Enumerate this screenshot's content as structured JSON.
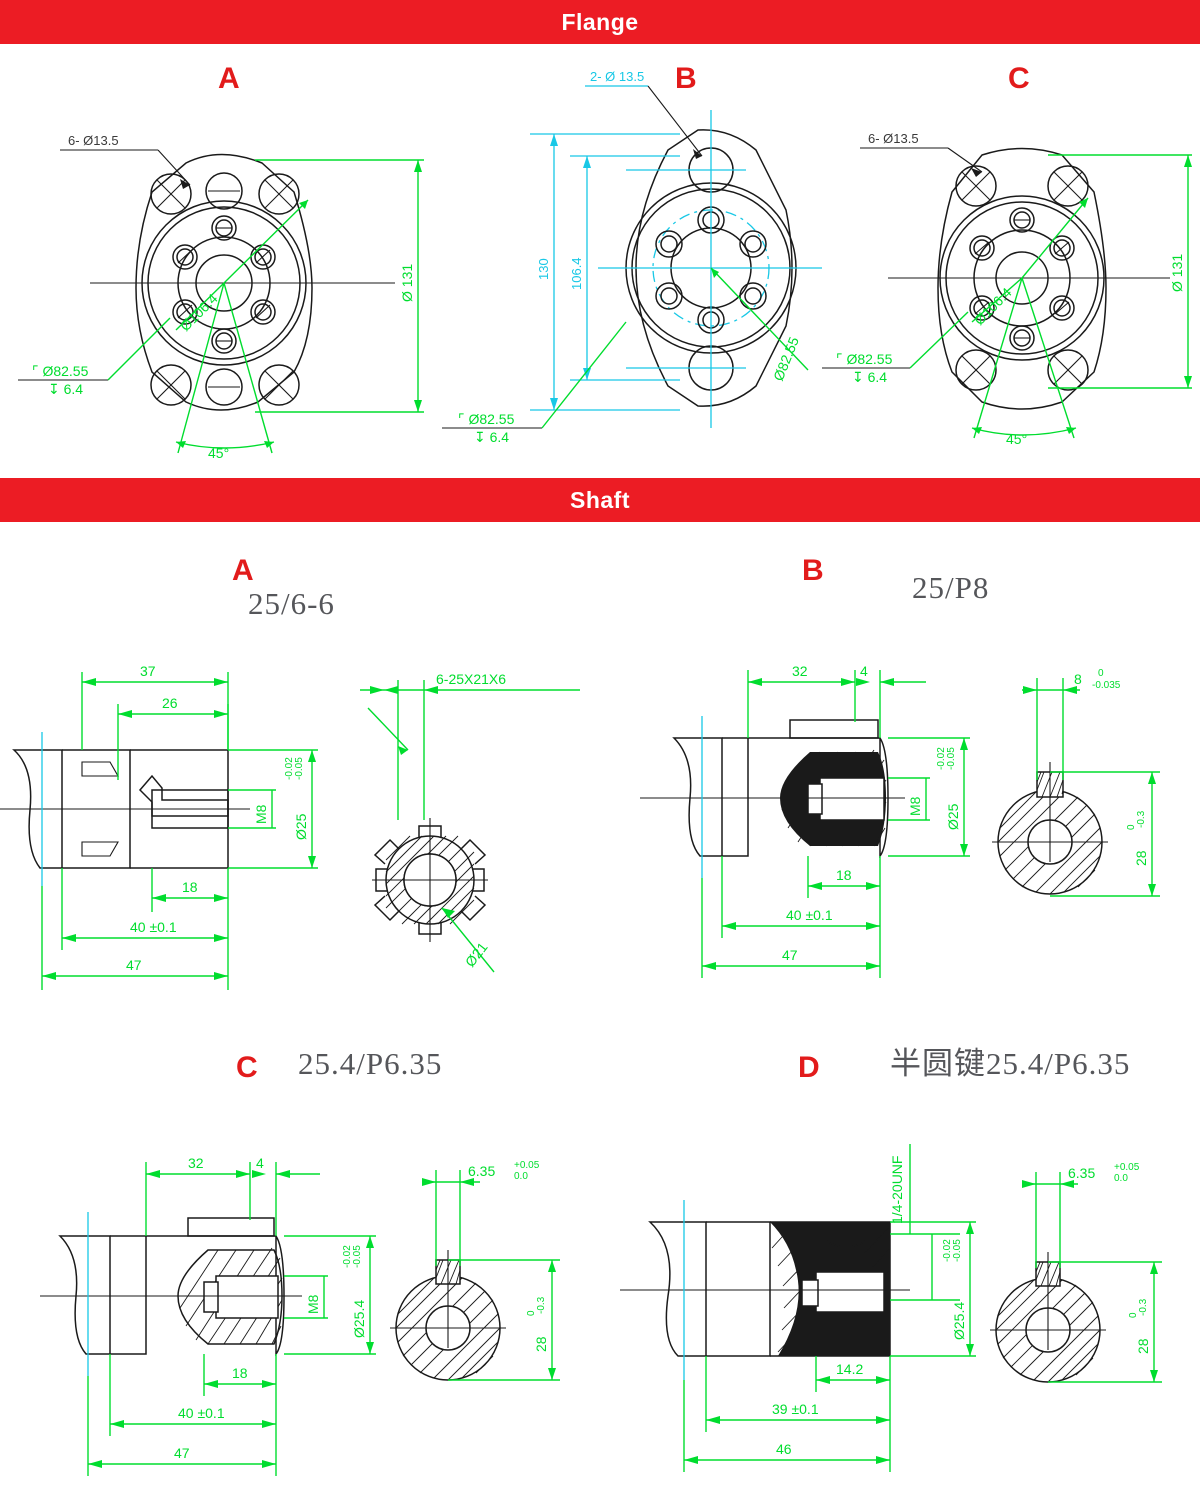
{
  "sections": [
    {
      "id": "flange",
      "title": "Flange"
    },
    {
      "id": "shaft",
      "title": "Shaft"
    }
  ],
  "flange": {
    "variants": [
      {
        "letter": "A",
        "labels": {
          "holes": "6- Ø13.5",
          "outer_dia": "Ø 131",
          "bolt_circle": "Ø106.4",
          "counterbore": "Ø82.55",
          "depth": "6.4",
          "angle": "45°"
        }
      },
      {
        "letter": "B",
        "labels": {
          "holes": "2- Ø 13.5",
          "width": "130",
          "bolt_circle": "106.4",
          "counterbore": "Ø82.55",
          "depth": "6.4",
          "pilot_dia": "Ø82.55"
        }
      },
      {
        "letter": "C",
        "labels": {
          "holes": "6- Ø13.5",
          "outer_dia": "Ø 131",
          "bolt_circle": "Ø106.4",
          "counterbore": "Ø82.55",
          "depth": "6.4",
          "angle": "45°"
        }
      }
    ]
  },
  "shaft": {
    "variants": [
      {
        "letter": "A",
        "code": "25/6-6",
        "labels": {
          "d37": "37",
          "d26": "26",
          "thread": "M8",
          "dia": "Ø25",
          "dia_tol_up": "-0.02",
          "dia_tol_low": "-0.05",
          "d18": "18",
          "d40": "40 ±0.1",
          "d47": "47",
          "spline": "6-25X21X6",
          "minor_dia": "Ø21"
        }
      },
      {
        "letter": "B",
        "code": "25/P8",
        "labels": {
          "d32": "32",
          "d4": "4",
          "thread": "M8",
          "dia": "Ø25",
          "dia_tol_up": "-0.02",
          "dia_tol_low": "-0.05",
          "d18": "18",
          "d40": "40 ±0.1",
          "d47": "47",
          "key_width": "8",
          "key_tol_up": "0",
          "key_tol_low": "-0.035",
          "key_height": "28",
          "key_h_tol_up": "0",
          "key_h_tol_low": "-0.3"
        }
      },
      {
        "letter": "C",
        "code": "25.4/P6.35",
        "labels": {
          "d32": "32",
          "d4": "4",
          "thread": "M8",
          "dia": "Ø25.4",
          "dia_tol_up": "-0.02",
          "dia_tol_low": "-0.05",
          "d18": "18",
          "d40": "40 ±0.1",
          "d47": "47",
          "key_width": "6.35",
          "key_tol_up": "+0.05",
          "key_tol_low": "0.0",
          "key_height": "28",
          "key_h_tol_up": "0",
          "key_h_tol_low": "-0.3"
        }
      },
      {
        "letter": "D",
        "code": "半圆键25.4/P6.35",
        "labels": {
          "thread": "1/4-20UNF",
          "dia": "Ø25.4",
          "dia_tol_up": "-0.02",
          "dia_tol_low": "-0.05",
          "d14": "14.2",
          "d39": "39 ±0.1",
          "d46": "46",
          "key_width": "6.35",
          "key_tol_up": "+0.05",
          "key_tol_low": "0.0",
          "key_height": "28",
          "key_h_tol_up": "0",
          "key_h_tol_low": "-0.3"
        }
      }
    ]
  },
  "colors": {
    "banner": "#ec1c24",
    "letter": "#e21b1b",
    "dimension": "#00dd2e",
    "centerline": "#18c8e6",
    "outline": "#1a1a1a"
  }
}
